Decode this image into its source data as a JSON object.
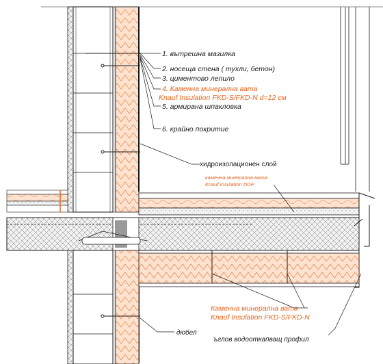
{
  "layers": [
    {
      "text": "1. вътрешна мазилка",
      "highlight": false
    },
    {
      "text": "2. носеща стена ( тухли, бетон)",
      "highlight": false
    },
    {
      "text": "3. циментово лепило",
      "highlight": false
    },
    {
      "text": "4. Каменна минерална вата",
      "highlight": true
    },
    {
      "text": "Knauf Insulation FKD-S/FKD-N d=12 см",
      "highlight": true
    },
    {
      "text": "5. армирана шпакловка",
      "highlight": false
    },
    {
      "text": "6. крайно покритие",
      "highlight": false
    }
  ],
  "callouts": {
    "waterproofing": "хидроизолационен слой",
    "ddp_line1": "каменна минерална вата",
    "ddp_line2": "Knauf Insulation DDP",
    "fkd_line1": "Каменна минерална вата",
    "fkd_line2": "Knauf Insulation FKD-S/FKD-N",
    "dowel": "дюбел",
    "drip_profile": "ъглов водооткапващ профил"
  },
  "colors": {
    "accent": "#e8641e",
    "insulation_fill": "#fde3cf",
    "line": "#1a1a1a",
    "text": "#1a1a1a"
  }
}
